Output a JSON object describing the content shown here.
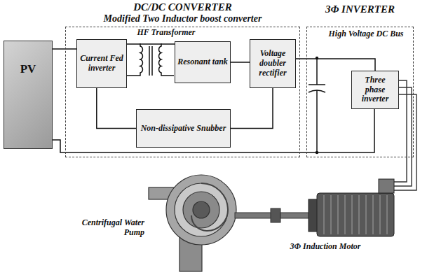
{
  "diagram": {
    "nodes": [
      {
        "text": [
          "PV"
        ]
      },
      {
        "text": [
          "DC/DC CONVERTER",
          "Modified Two Inductor boost converter"
        ]
      },
      {
        "text": [
          "Current Fed inverter"
        ],
        "in": 1
      },
      {
        "text": [
          "Resonant tank"
        ],
        "in": 1
      },
      {
        "text": [
          "Voltage doubler rectifier"
        ],
        "in": 1
      },
      {
        "text": [
          "Non-dissipative Snubber"
        ],
        "in": 1
      },
      {
        "text": [
          "3Φ INVERTER"
        ]
      },
      {
        "text": [
          "Three phase inverter"
        ],
        "in": 6
      }
    ],
    "edges": [
      {
        "from": 0,
        "to": 2,
        "arrow": "none"
      },
      {
        "from": 2,
        "to": 3,
        "arrow": "none"
      },
      {
        "from": 3,
        "to": 4,
        "arrow": "none"
      },
      {
        "from": 2,
        "to": 5,
        "arrow": "none"
      },
      {
        "from": 4,
        "to": 5,
        "arrow": "none"
      },
      {
        "from": 4,
        "to": 7,
        "arrow": "none"
      }
    ],
    "labels": [
      "HF Transformer",
      "High Voltage DC Bus",
      "Centrifugal Water Pump",
      "3Φ Induction Motor"
    ]
  }
}
